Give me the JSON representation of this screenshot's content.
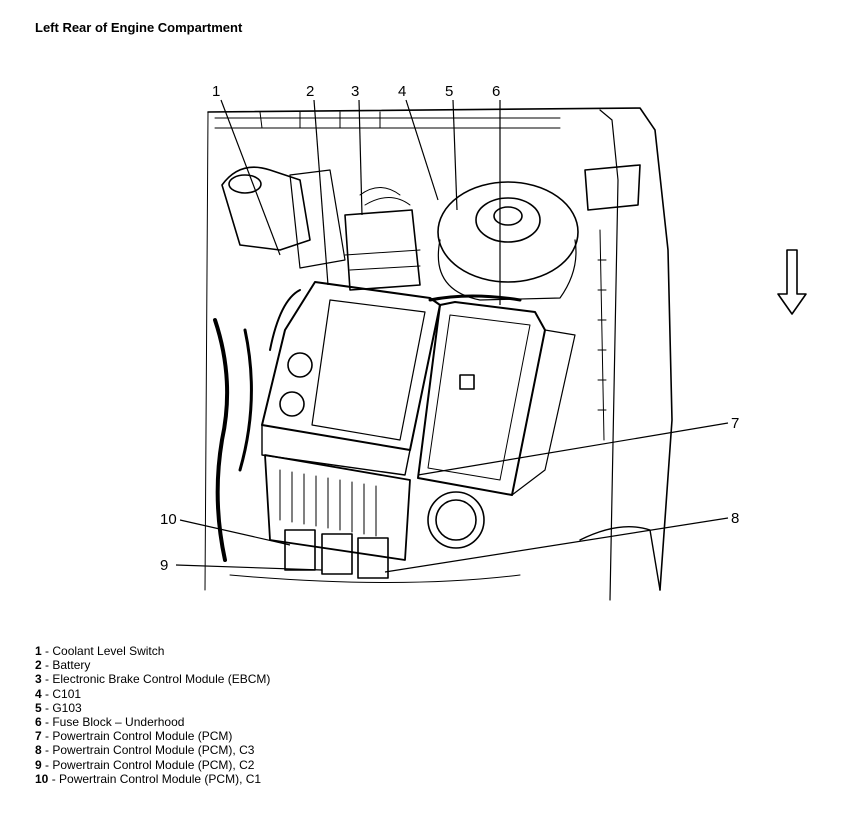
{
  "title": "Left Rear of Engine Compartment",
  "callouts": [
    {
      "num": "1"
    },
    {
      "num": "2"
    },
    {
      "num": "3"
    },
    {
      "num": "4"
    },
    {
      "num": "5"
    },
    {
      "num": "6"
    },
    {
      "num": "7"
    },
    {
      "num": "8"
    },
    {
      "num": "9"
    },
    {
      "num": "10"
    }
  ],
  "legend": [
    {
      "num": "1",
      "text": " - Coolant Level Switch"
    },
    {
      "num": "2",
      "text": " - Battery"
    },
    {
      "num": "3",
      "text": " - Electronic Brake Control Module (EBCM)"
    },
    {
      "num": "4",
      "text": " - C101"
    },
    {
      "num": "5",
      "text": " - G103"
    },
    {
      "num": "6",
      "text": " - Fuse Block – Underhood"
    },
    {
      "num": "7",
      "text": " - Powertrain Control Module (PCM)"
    },
    {
      "num": "8",
      "text": " - Powertrain Control Module (PCM), C3"
    },
    {
      "num": "9",
      "text": " - Powertrain Control Module (PCM), C2"
    },
    {
      "num": "10",
      "text": " - Powertrain Control Module (PCM), C1"
    }
  ],
  "icons": {
    "direction_arrow": "down-arrow-icon"
  }
}
